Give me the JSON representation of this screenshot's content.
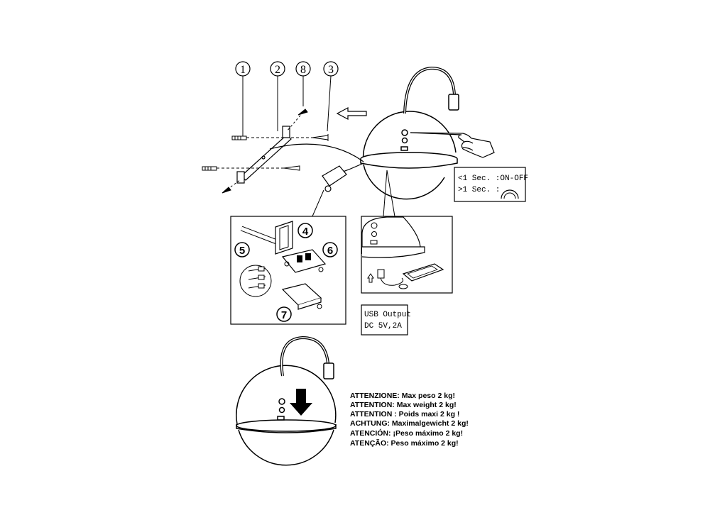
{
  "callouts": {
    "n1": "1",
    "n2": "2",
    "n8": "8",
    "n3": "3",
    "n4": "4",
    "n5": "5",
    "n6": "6",
    "n7": "7"
  },
  "switch_box": {
    "line1": "<1 Sec. :ON-OFF",
    "line2": ">1 Sec. :"
  },
  "usb_box": {
    "line1": "USB Output",
    "line2": "DC 5V,2A"
  },
  "warnings": [
    "ATTENZIONE: Max peso 2 kg!",
    "ATTENTION: Max weight 2 kg!",
    "ATTENTION : Poids maxi 2 kg !",
    "ACHTUNG: Maximalgewicht 2 kg!",
    "ATENCIÓN: ¡Peso máximo 2 kg!",
    "ATENÇÃO: Peso máximo 2 kg!"
  ],
  "colors": {
    "ink": "#000000",
    "paper": "#ffffff"
  }
}
